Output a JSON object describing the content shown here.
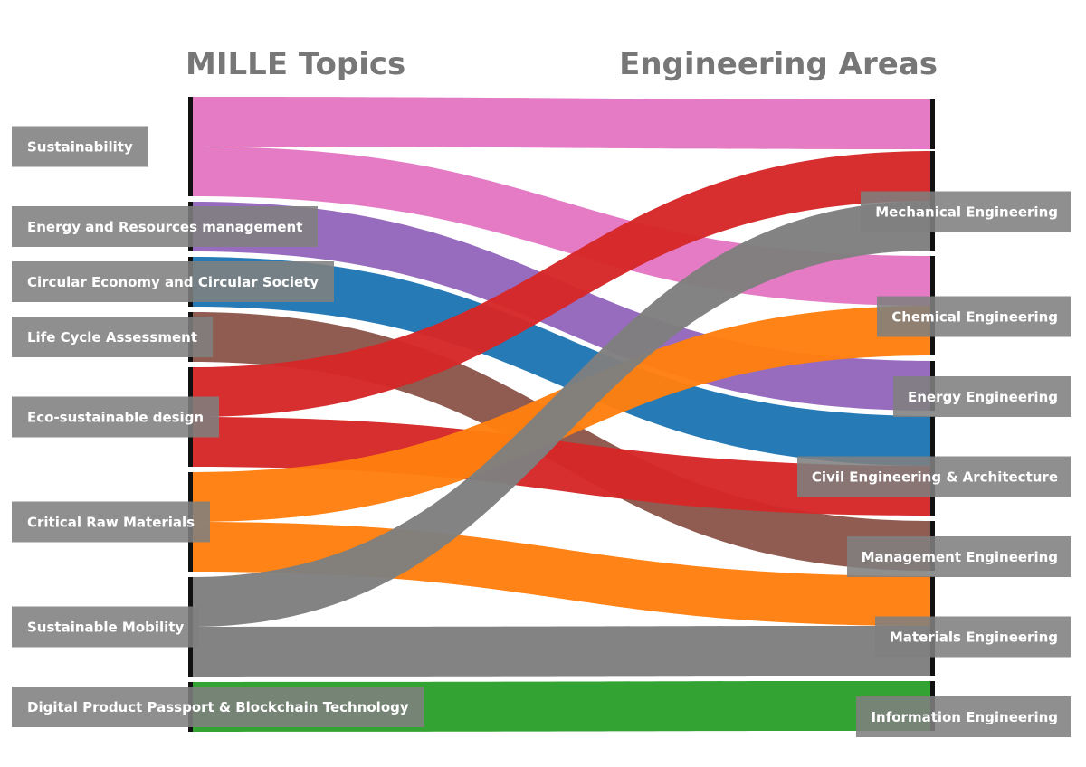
{
  "headers": {
    "left": "MILLE Topics",
    "right": "Engineering Areas"
  },
  "left_nodes": [
    {
      "id": "sus",
      "label": "Sustainability"
    },
    {
      "id": "erm",
      "label": "Energy and Resources management"
    },
    {
      "id": "ce",
      "label": "Circular Economy and Circular Society"
    },
    {
      "id": "lca",
      "label": "Life Cycle Assessment"
    },
    {
      "id": "eco",
      "label": "Eco-sustainable design"
    },
    {
      "id": "crm",
      "label": "Critical Raw Materials"
    },
    {
      "id": "mob",
      "label": "Sustainable Mobility"
    },
    {
      "id": "dpp",
      "label": "Digital Product Passport & Blockchain Technology"
    }
  ],
  "right_nodes": [
    {
      "id": "unl",
      "label": ""
    },
    {
      "id": "mech",
      "label": "Mechanical Engineering"
    },
    {
      "id": "chem",
      "label": "Chemical Engineering"
    },
    {
      "id": "en",
      "label": "Energy Engineering"
    },
    {
      "id": "civ",
      "label": "Civil Engineering & Architecture"
    },
    {
      "id": "man",
      "label": "Management Engineering"
    },
    {
      "id": "mat",
      "label": "Materials Engineering"
    },
    {
      "id": "inf",
      "label": "Information Engineering"
    }
  ],
  "links": [
    {
      "source": "sus",
      "target": "unl",
      "value": 1,
      "color": "#e377c2"
    },
    {
      "source": "sus",
      "target": "chem",
      "value": 1,
      "color": "#e377c2"
    },
    {
      "source": "erm",
      "target": "en",
      "value": 1,
      "color": "#9467bd"
    },
    {
      "source": "ce",
      "target": "civ",
      "value": 1,
      "color": "#1f77b4"
    },
    {
      "source": "lca",
      "target": "man",
      "value": 1,
      "color": "#8c564b"
    },
    {
      "source": "eco",
      "target": "mech",
      "value": 1,
      "color": "#d62728"
    },
    {
      "source": "eco",
      "target": "civ",
      "value": 1,
      "color": "#d62728"
    },
    {
      "source": "crm",
      "target": "chem",
      "value": 1,
      "color": "#ff7f0e"
    },
    {
      "source": "crm",
      "target": "mat",
      "value": 1,
      "color": "#ff7f0e"
    },
    {
      "source": "mob",
      "target": "mech",
      "value": 1,
      "color": "#7f7f7f"
    },
    {
      "source": "mob",
      "target": "mat",
      "value": 1,
      "color": "#7f7f7f"
    },
    {
      "source": "dpp",
      "target": "inf",
      "value": 1,
      "color": "#2ca02c"
    }
  ]
}
